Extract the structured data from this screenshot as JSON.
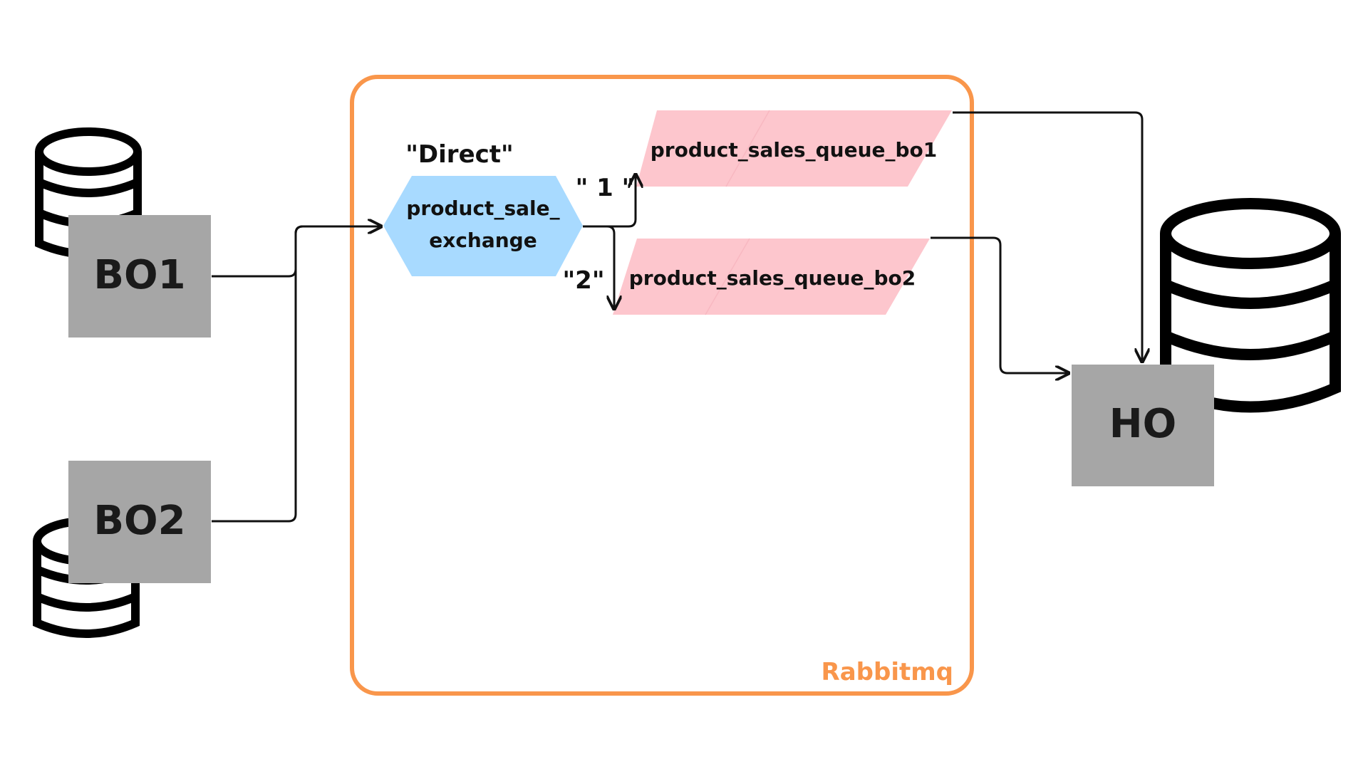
{
  "container": {
    "label": "Rabbitmq",
    "color": "#F9964B"
  },
  "exchange": {
    "type_label": "\"Direct\"",
    "name_line1": "product_sale_",
    "name_line2": "exchange",
    "color": "#A8DAFF"
  },
  "queues": [
    {
      "name": "product_sales_queue_bo1",
      "routing_key": "\" 1 \""
    },
    {
      "name": "product_sales_queue_bo2",
      "routing_key": "\"2\""
    }
  ],
  "queue_color": "#FDC6CD",
  "nodes": {
    "bo1": {
      "label": "BO1"
    },
    "bo2": {
      "label": "BO2"
    },
    "ho": {
      "label": "HO"
    }
  },
  "node_color": "#A6A6A6",
  "icons": [
    "database-icon"
  ]
}
